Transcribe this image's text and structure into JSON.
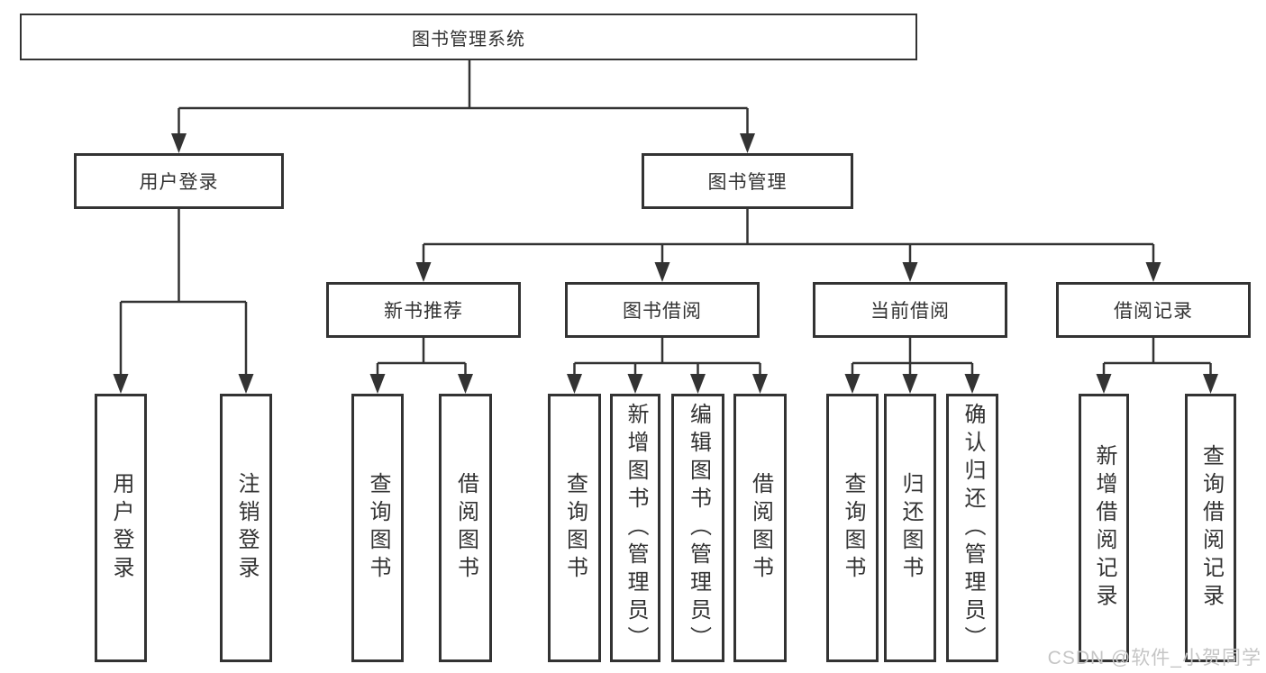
{
  "diagram": {
    "type": "hierarchy-tree",
    "watermark": "CSDN @软件_小贺同学",
    "colors": {
      "line": "#333333",
      "border": "#333333",
      "text": "#333333",
      "background": "#ffffff",
      "watermark": "#c5c5c5"
    },
    "nodes": {
      "root": {
        "label": "图书管理系统"
      },
      "level2": [
        {
          "id": "user-login-branch",
          "label": "用户登录",
          "parent": "root"
        },
        {
          "id": "book-management-branch",
          "label": "图书管理",
          "parent": "root"
        }
      ],
      "level3": [
        {
          "id": "new-book-recommend",
          "label": "新书推荐",
          "parent": "book-management-branch"
        },
        {
          "id": "book-borrow",
          "label": "图书借阅",
          "parent": "book-management-branch"
        },
        {
          "id": "current-borrow",
          "label": "当前借阅",
          "parent": "book-management-branch"
        },
        {
          "id": "borrow-records",
          "label": "借阅记录",
          "parent": "book-management-branch"
        }
      ],
      "leaves": [
        {
          "id": "user-login",
          "label": "用户登录",
          "parent": "user-login-branch"
        },
        {
          "id": "logout",
          "label": "注销登录",
          "parent": "user-login-branch"
        },
        {
          "id": "query-books-recommend",
          "label": "查询图书",
          "parent": "new-book-recommend"
        },
        {
          "id": "borrow-books-recommend",
          "label": "借阅图书",
          "parent": "new-book-recommend"
        },
        {
          "id": "query-books-borrow",
          "label": "查询图书",
          "parent": "book-borrow"
        },
        {
          "id": "add-books-admin",
          "label": "新增图书（管理员）",
          "parent": "book-borrow"
        },
        {
          "id": "edit-books-admin",
          "label": "编辑图书（管理员）",
          "parent": "book-borrow"
        },
        {
          "id": "borrow-books",
          "label": "借阅图书",
          "parent": "book-borrow"
        },
        {
          "id": "query-books-current",
          "label": "查询图书",
          "parent": "current-borrow"
        },
        {
          "id": "return-books",
          "label": "归还图书",
          "parent": "current-borrow"
        },
        {
          "id": "confirm-return-admin",
          "label": "确认归还（管理员）",
          "parent": "current-borrow"
        },
        {
          "id": "add-borrow-record",
          "label": "新增借阅记录",
          "parent": "borrow-records"
        },
        {
          "id": "query-borrow-record",
          "label": "查询借阅记录",
          "parent": "borrow-records"
        }
      ]
    }
  }
}
